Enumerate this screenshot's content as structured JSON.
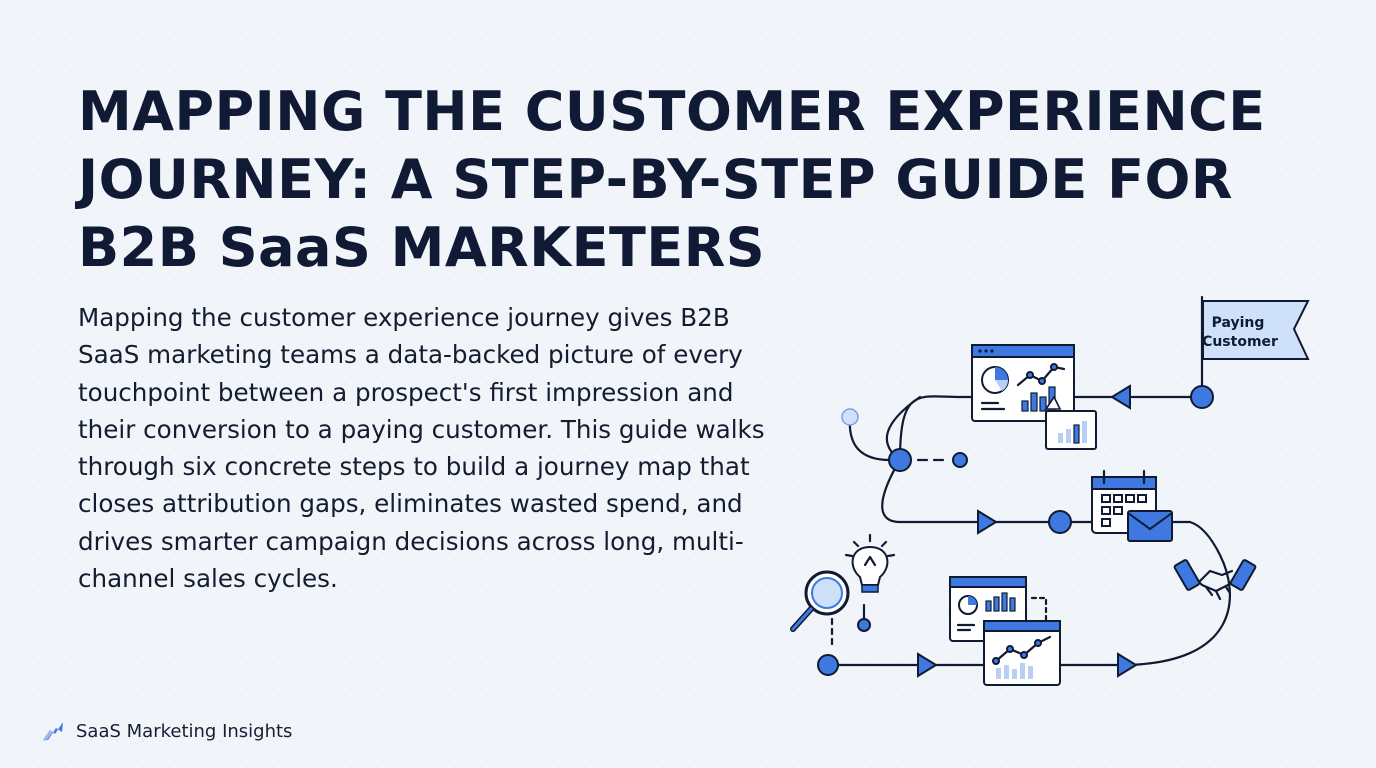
{
  "title": "MAPPING THE CUSTOMER EXPERIENCE JOURNEY: A STEP-BY-STEP GUIDE FOR B2B SaaS MARKETERS",
  "description": "Mapping the customer experience journey gives B2B SaaS marketing teams a data-backed picture of every touchpoint between a prospect's first impression and their conversion to a paying customer. This guide walks through six concrete steps to build a journey map that closes attribution gaps, eliminates wasted spend, and drives smarter campaign decisions across long, multi-channel sales cycles.",
  "brand": {
    "name": "SaaS Marketing Insights",
    "icon": "lightning-bolt-icon"
  },
  "illustration": {
    "flag_label_line1": "Paying",
    "flag_label_line2": "Customer",
    "accent": "#3f78e0",
    "ink": "#0f1b33",
    "icons": [
      "magnifier-icon",
      "lightbulb-icon",
      "dashboard-icon",
      "calendar-icon",
      "envelope-icon",
      "handshake-icon",
      "flag-icon"
    ]
  }
}
